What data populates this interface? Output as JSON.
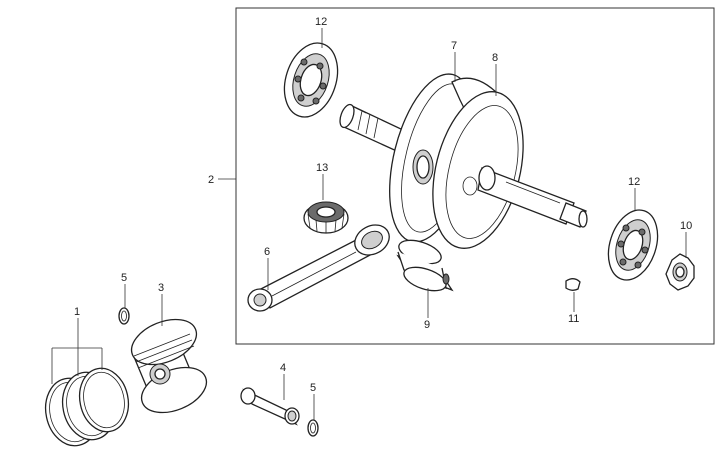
{
  "callouts": {
    "p1": "1",
    "p2": "2",
    "p3": "3",
    "p4": "4",
    "p5a": "5",
    "p5b": "5",
    "p6": "6",
    "p7": "7",
    "p8": "8",
    "p9": "9",
    "p10": "10",
    "p11": "11",
    "p12a": "12",
    "p12b": "12",
    "p13": "13"
  },
  "colors": {
    "line": "#222222",
    "shade": "#cfcfcf",
    "dark": "#6b6b6b",
    "background": "#ffffff"
  }
}
